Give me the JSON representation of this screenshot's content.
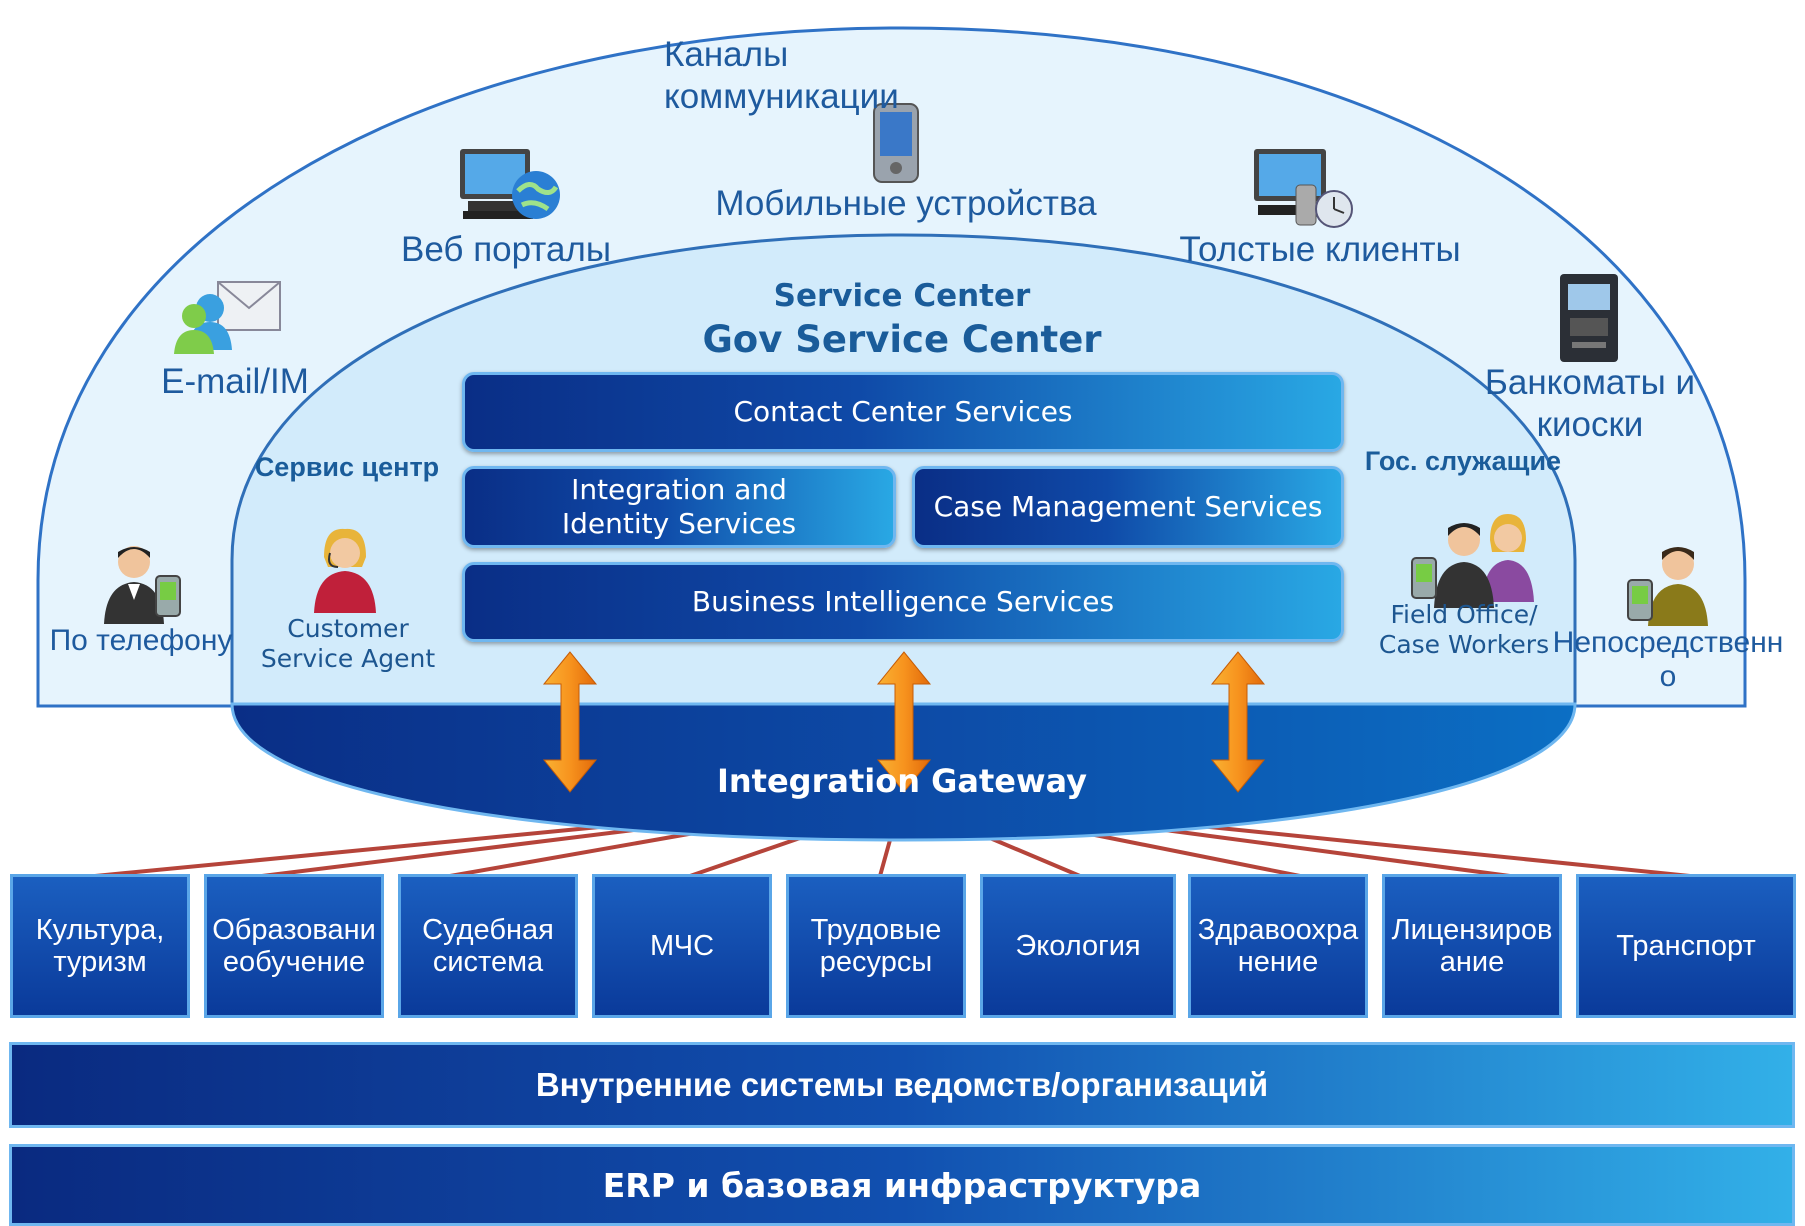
{
  "outer": {
    "channels_title_line1": "Каналы",
    "channels_title_line2": "коммуникации",
    "mobile": "Мобильные устройства",
    "web": "Веб порталы",
    "thick": "Толстые клиенты",
    "email": "E-mail/IM",
    "atm_line1": "Банкоматы и",
    "atm_line2": "киоски",
    "phone": "По телефону",
    "direct_line1": "Непосредственн",
    "direct_line2": "о"
  },
  "center": {
    "service_center": "Service Center",
    "gov_service_center": "Gov Service Center",
    "contact_center": "Contact Center Services",
    "integration_line1": "Integration and",
    "integration_line2": "Identity Services",
    "case_mgmt": "Case Management Services",
    "bi": "Business Intelligence Services",
    "service_center_ru": "Сервис центр",
    "gov_staff_ru": "Гос. служащие",
    "agent_line1": "Customer",
    "agent_line2": "Service Agent",
    "field_line1": "Field Office/",
    "field_line2": "Case Workers",
    "gateway": "Integration Gateway"
  },
  "departments": [
    {
      "line1": "Культура,",
      "line2": "туризм"
    },
    {
      "line1": "Образовани",
      "line2": "еобучение"
    },
    {
      "line1": "Судебная",
      "line2": "система"
    },
    {
      "line1": "МЧС",
      "line2": ""
    },
    {
      "line1": "Трудовые",
      "line2": "ресурсы"
    },
    {
      "line1": "Экология",
      "line2": ""
    },
    {
      "line1": "Здравоохра",
      "line2": "нение"
    },
    {
      "line1": "Лицензиров",
      "line2": "ание"
    },
    {
      "line1": "Транспорт",
      "line2": ""
    }
  ],
  "bars": {
    "internal": "Внутренние системы ведомств/организаций",
    "erp": "ERP и базовая инфраструктура"
  },
  "icons": [
    "web-portal-icon",
    "mobile-device-icon",
    "thick-client-icon",
    "email-im-icon",
    "atm-kiosk-icon",
    "phone-person-icon",
    "customer-agent-icon",
    "case-workers-icon",
    "direct-person-icon",
    "double-arrow-icon"
  ],
  "colors": {
    "accent_dark": "#0a2e86",
    "accent_light": "#29a8e4",
    "arrow": "#f7931e",
    "connector": "#b5443a",
    "heading": "#1a5c9a"
  }
}
